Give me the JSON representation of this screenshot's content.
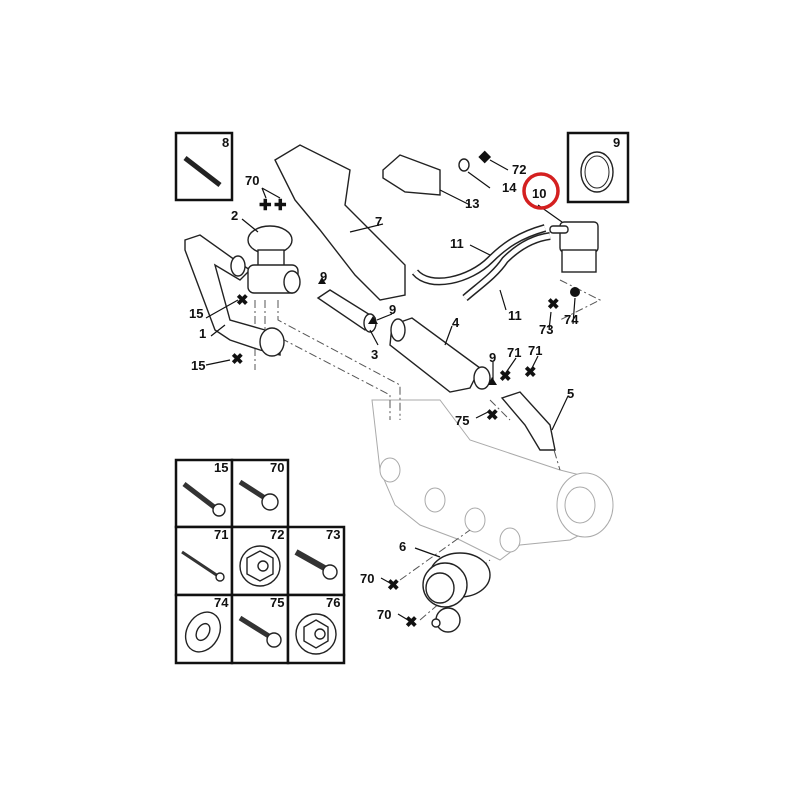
{
  "diagram": {
    "callouts": {
      "stud": "8",
      "clamp_box": "9",
      "screw_70_top": "70",
      "egr_valve": "2",
      "heat_shield": "7",
      "nut_72": "72",
      "grommet": "14",
      "bracket": "13",
      "solenoid_valve": "10",
      "hose_a": "11",
      "hose_b": "11",
      "clamp_a": "9",
      "clamp_b": "9",
      "clamp_c": "9",
      "bolt_15_a": "15",
      "pipe": "1",
      "flex_pipe": "3",
      "cooler": "4",
      "bolt_15_b": "15",
      "screw_71_a": "71",
      "screw_71_b": "71",
      "outlet_pipe": "5",
      "screw_75": "75",
      "bolt_73": "73",
      "washer_74": "74",
      "throttle_body": "6",
      "screw_70_a": "70",
      "screw_70_b": "70"
    },
    "highlight_color": "#d42020",
    "fasteners": [
      {
        "num": "15",
        "type": "hex-bolt"
      },
      {
        "num": "70",
        "type": "flange-screw"
      },
      {
        "num": "71",
        "type": "socket-screw"
      },
      {
        "num": "72",
        "type": "flange-nut"
      },
      {
        "num": "73",
        "type": "hex-bolt"
      },
      {
        "num": "74",
        "type": "washer"
      },
      {
        "num": "75",
        "type": "flange-screw"
      },
      {
        "num": "76",
        "type": "flange-nut"
      }
    ]
  }
}
